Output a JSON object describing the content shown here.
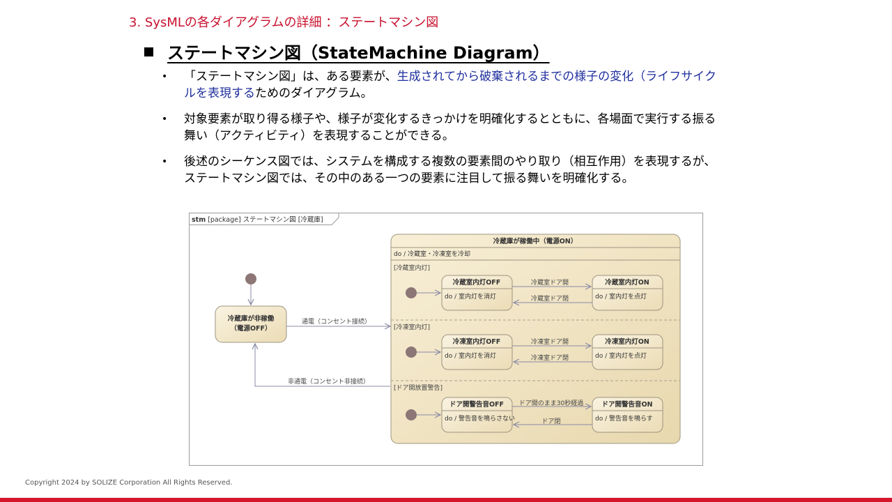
{
  "breadcrumb": "3.  SysMLの各ダイアグラムの詳細 ：ステートマシン図",
  "heading": "ステートマシン図（StateMachine Diagram）",
  "bullets": {
    "b1_pre": "「ステートマシン図」は、ある要素が、",
    "b1_hl": "生成されてから破棄されるまでの様子の変化（ライフサイクルを表現する",
    "b1_post": "ためのダイアグラム。",
    "b2": "対象要素が取り得る様子や、様子が変化するきっかけを明確化するとともに、各場面で実行する振る舞い（アクティビティ）を表現することができる。",
    "b3": "後述のシーケンス図では、システムを構成する複数の要素間のやり取り（相互作用）を表現するが、ステートマシン図では、その中のある一つの要素に注目して振る舞いを明確化する。"
  },
  "diagram": {
    "frame_kind": "stm",
    "frame_rest": " [package] ステートマシン図 [冷蔵庫]",
    "idle_state": {
      "line1": "冷蔵庫が非稼働",
      "line2": "（電源OFF）"
    },
    "transition_on": "通電（コンセント接続）",
    "transition_off": "非通電（コンセント非接続）",
    "composite": {
      "title": "冷蔵庫が稼働中（電源ON）",
      "do": "do / 冷蔵室・冷凍室を冷却",
      "regions": [
        {
          "label": "[冷蔵室内灯]",
          "left": {
            "name": "冷蔵室内灯OFF",
            "do": "do / 室内灯を消灯"
          },
          "right": {
            "name": "冷蔵室内灯ON",
            "do": "do / 室内灯を点灯"
          },
          "forward": "冷蔵室ドア開",
          "back": "冷蔵室ドア閉"
        },
        {
          "label": "[冷凍室内灯]",
          "left": {
            "name": "冷凍室内灯OFF",
            "do": "do / 室内灯を消灯"
          },
          "right": {
            "name": "冷凍室内灯ON",
            "do": "do / 室内灯を点灯"
          },
          "forward": "冷凍室ドア開",
          "back": "冷凍室ドア閉"
        },
        {
          "label": "[ドア開放置警告]",
          "left": {
            "name": "ドア開警告音OFF",
            "do": "do / 警告音を鳴らさない"
          },
          "right": {
            "name": "ドア開警告音ON",
            "do": "do / 警告音を鳴らす"
          },
          "forward": "ドア開のまま30秒経過",
          "back": "ドア閉"
        }
      ]
    }
  },
  "copyright": "Copyright 2024 by SOLIZE Corporation All Rights Reserved."
}
